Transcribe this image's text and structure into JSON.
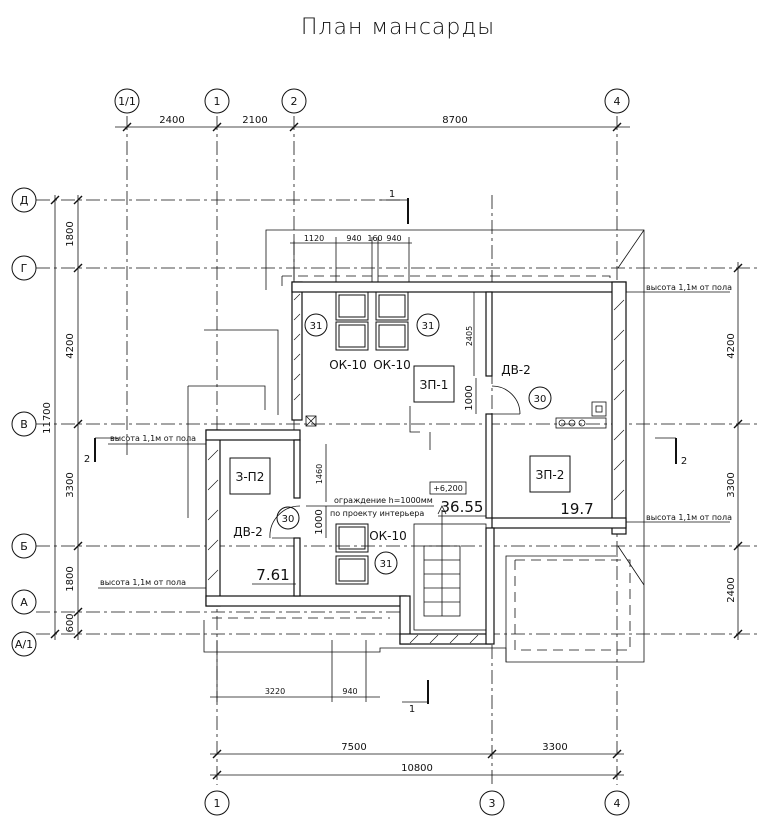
{
  "title": "План мансарды",
  "axes_top": [
    "1/1",
    "1",
    "2",
    "4"
  ],
  "axes_bottom": [
    "1",
    "3",
    "4"
  ],
  "axes_left": [
    "Д",
    "Г",
    "В",
    "Б",
    "А",
    "А/1"
  ],
  "dims_top": [
    "2400",
    "2100",
    "8700"
  ],
  "dims_inner_top": [
    "1120",
    "940",
    "160",
    "940"
  ],
  "dims_left": [
    "1800",
    "4200",
    "3300",
    "1800",
    "600"
  ],
  "dim_left_total": "11700",
  "dims_right": [
    "4200",
    "3300",
    "2400"
  ],
  "dims_bottom_inner": [
    "3220",
    "940"
  ],
  "dims_bottom": [
    "7500",
    "3300"
  ],
  "dim_bottom_total": "10800",
  "dims_misc": [
    "2405",
    "1000",
    "1460",
    "1000"
  ],
  "section_marks": [
    "1",
    "1",
    "2",
    "2"
  ],
  "rooms": {
    "r31a": "31",
    "r31b": "31",
    "r31c": "31",
    "r30a": "30",
    "r30b": "30",
    "zp1": "ЗП-1",
    "zp2": "ЗП-2",
    "zp2b": "З-П2",
    "dv2a": "ДВ-2",
    "dv2b": "ДВ-2",
    "ok10a": "ОК-10",
    "ok10b": "ОК-10",
    "ok10c": "ОК-10"
  },
  "areas": [
    "36.55",
    "19.7",
    "7.61"
  ],
  "level": "+6,200",
  "notes": {
    "railing": "ограждение h=1000мм",
    "interior": "по проекту интерьера",
    "height1": "высота 1,1м от пола",
    "height2": "высота 1,1м от пола",
    "height3": "высота 1,1м от пола",
    "height4": "высота 1,1м от пола"
  }
}
